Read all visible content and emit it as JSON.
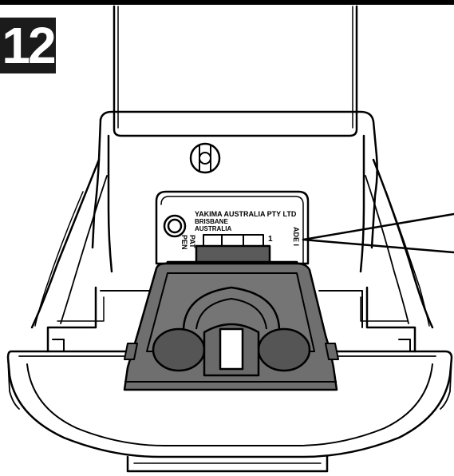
{
  "step": {
    "number": "12"
  },
  "plate": {
    "line1": "YAKIMA AUSTRALIA PTY LTD",
    "line2": "BRISBANE",
    "line3": "AUSTRALIA",
    "number": "1",
    "side_text": "ADE I",
    "left_text_1": "PAT",
    "left_text_2": "PEN"
  },
  "colors": {
    "ink": "#000000",
    "clamp_fill": "#6f6f6f",
    "clamp_dark": "#4a4a4a",
    "paper": "#ffffff"
  }
}
